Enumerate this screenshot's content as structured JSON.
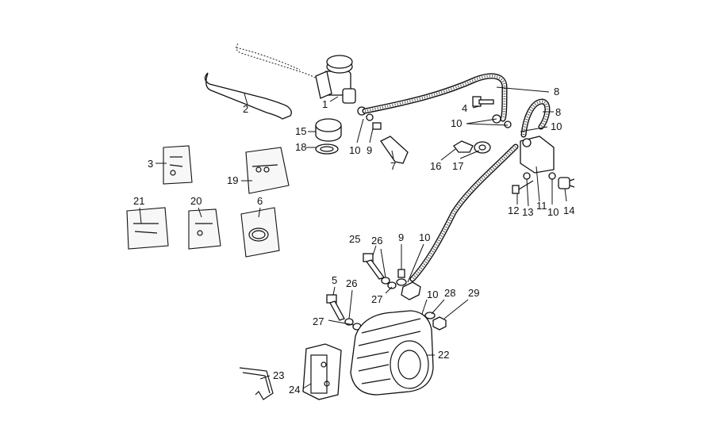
{
  "diagram": {
    "callouts": [
      "1",
      "2",
      "3",
      "4",
      "5",
      "6",
      "7",
      "8",
      "9",
      "10",
      "11",
      "12",
      "13",
      "14",
      "15",
      "16",
      "17",
      "18",
      "19",
      "20",
      "21",
      "22",
      "23",
      "24",
      "25",
      "26",
      "27",
      "28",
      "29"
    ],
    "labels": {
      "l1": "1",
      "l2": "2",
      "l3": "3",
      "l4": "4",
      "l5": "5",
      "l6": "6",
      "l7": "7",
      "l8a": "8",
      "l8b": "8",
      "l9a": "9",
      "l9b": "9",
      "l10a": "10",
      "l10b": "10",
      "l10c": "10",
      "l10d": "10",
      "l10e": "10",
      "l10f": "10",
      "l11": "11",
      "l12": "12",
      "l13": "13",
      "l14": "14",
      "l15": "15",
      "l16": "16",
      "l17": "17",
      "l18": "18",
      "l19": "19",
      "l20": "20",
      "l21": "21",
      "l22": "22",
      "l23": "23",
      "l24": "24",
      "l25": "25",
      "l26a": "26",
      "l26b": "26",
      "l27a": "27",
      "l27b": "27",
      "l28": "28",
      "l29": "29"
    },
    "colors": {
      "ink": "#111111",
      "paper": "#ffffff"
    }
  }
}
